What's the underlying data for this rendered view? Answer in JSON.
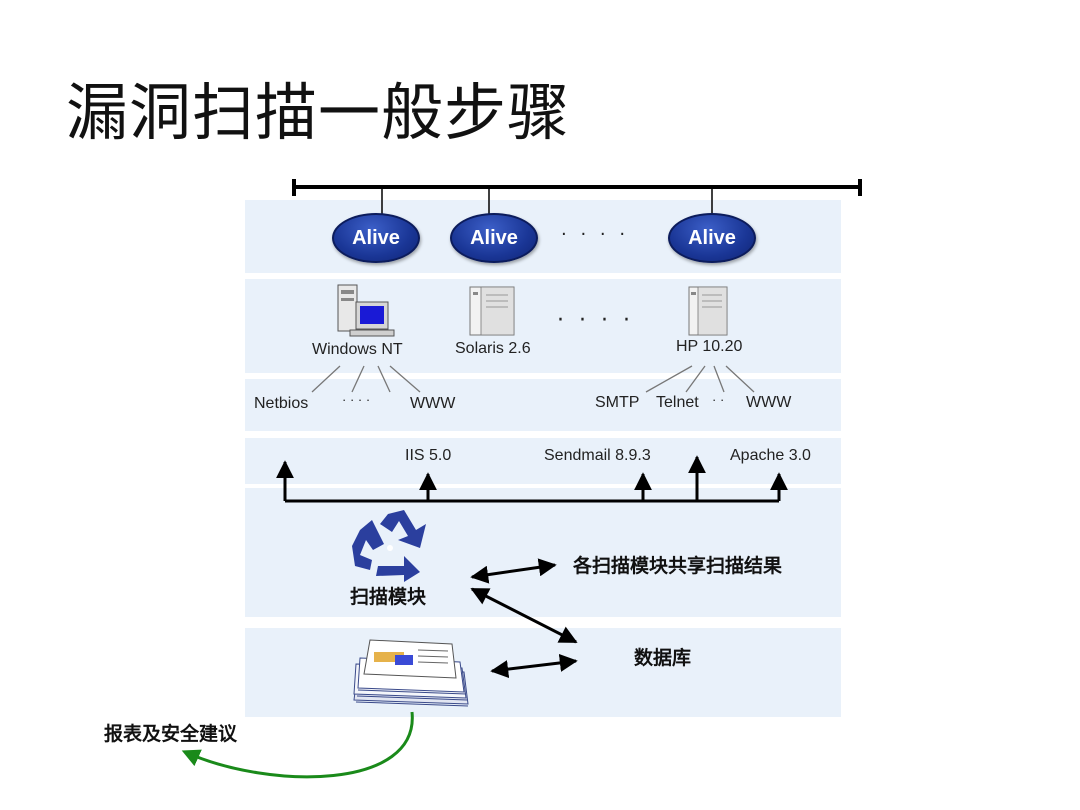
{
  "title": "漏洞扫描一般步骤",
  "alive_nodes": [
    {
      "label": "Alive"
    },
    {
      "label": "Alive"
    },
    {
      "label": "Alive"
    }
  ],
  "alive_ellipsis": "· · · ·",
  "hosts": {
    "windows": "Windows NT",
    "solaris": "Solaris 2.6",
    "hp": "HP 10.20",
    "ellipsis": "· ·  · ·"
  },
  "services_left": {
    "netbios": "Netbios",
    "ellipsis": "· · · ·",
    "www": "WWW"
  },
  "services_right": {
    "smtp": "SMTP",
    "telnet": "Telnet",
    "ellipsis": "· ·",
    "www": "WWW"
  },
  "versions": {
    "iis": "IIS 5.0",
    "sendmail": "Sendmail 8.9.3",
    "apache": "Apache 3.0"
  },
  "scan_module": "扫描模块",
  "shared_results": "各扫描模块共享扫描结果",
  "database": "数据库",
  "report": "报表及安全建议",
  "icons": [
    "network-bus",
    "workstation-icon",
    "server-icon",
    "recycle-icon",
    "report-stack-icon"
  ],
  "colors": {
    "band": "#e9f1fa",
    "alive": "#1a3696",
    "recycle": "#2b3f9e",
    "curve": "#1a8a1a"
  }
}
